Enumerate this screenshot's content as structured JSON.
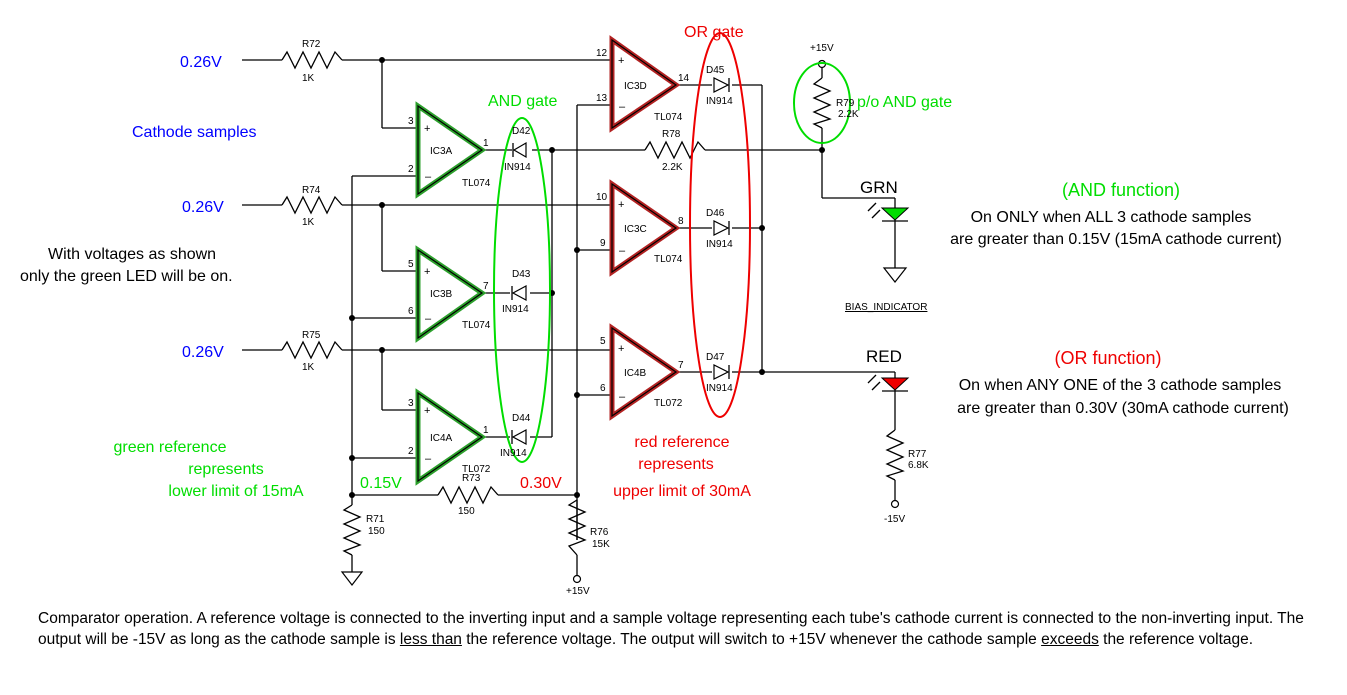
{
  "inputs": {
    "v1": "0.26V",
    "v2": "0.26V",
    "v3": "0.26V",
    "cathode_label": "Cathode samples"
  },
  "note": {
    "line1": "With voltages as shown",
    "line2": "only the green LED will be on."
  },
  "gates": {
    "and_label": "AND gate",
    "or_label": "OR gate",
    "pao_label": "p/o AND gate"
  },
  "reference": {
    "green_v": "0.15V",
    "red_v": "0.30V",
    "green_l1": "green reference",
    "green_l2": "represents",
    "green_l3": "lower limit of 15mA",
    "red_l1": "red reference",
    "red_l2": "represents",
    "red_l3": "upper limit of 30mA"
  },
  "functions": {
    "and_title": "(AND function)",
    "and_l1": "On ONLY when ALL 3 cathode samples",
    "and_l2": "are greater than 0.15V (15mA cathode current)",
    "or_title": "(OR function)",
    "or_l1": "On when ANY ONE of the 3 cathode samples",
    "or_l2": "are greater than 0.30V  (30mA cathode current)"
  },
  "leds": {
    "green": "GRN",
    "red": "RED",
    "bias": "BIAS_INDICATOR"
  },
  "components": {
    "r72": "R72",
    "r72v": "1K",
    "r74": "R74",
    "r74v": "1K",
    "r75": "R75",
    "r75v": "1K",
    "r73": "R73",
    "r73v": "150",
    "r71": "R71",
    "r71v": "150",
    "r76": "R76",
    "r76v": "15K",
    "r77": "R77",
    "r77v": "6.8K",
    "r78": "R78",
    "r78v": "2.2K",
    "r79": "R79",
    "r79v": "2.2K",
    "d42": "D42",
    "d43": "D43",
    "d44": "D44",
    "d45": "D45",
    "d46": "D46",
    "d47": "D47",
    "dtype": "IN914",
    "ic3a": "IC3A",
    "ic3b": "IC3B",
    "ic4a": "IC4A",
    "ic3d": "IC3D",
    "ic3c": "IC3C",
    "ic4b": "IC4B",
    "tl074": "TL074",
    "tl072": "TL072",
    "p15": "+15V",
    "m15": "-15V"
  },
  "pins": {
    "ic3a_p": "3",
    "ic3a_n": "2",
    "ic3a_o": "1",
    "ic3b_p": "5",
    "ic3b_n": "6",
    "ic3b_o": "7",
    "ic4a_p": "3",
    "ic4a_n": "2",
    "ic4a_o": "1",
    "ic3d_p": "12",
    "ic3d_n": "13",
    "ic3d_o": "14",
    "ic3c_p": "10",
    "ic3c_n": "9",
    "ic3c_o": "8",
    "ic4b_p": "5",
    "ic4b_n": "6",
    "ic4b_o": "7"
  },
  "colors": {
    "blue": "#0000ff",
    "green": "#00dd00",
    "red": "#ee0000"
  },
  "caption": {
    "p1": "Comparator operation. A reference voltage is connected to the inverting input and a sample voltage representing each tube's cathode current is connected to the non-inverting input. The output will be -15V as long as the cathode sample is ",
    "u1": "less than",
    "p2": " the reference voltage. The output will switch to +15V whenever the cathode sample ",
    "u2": "exceeds",
    "p3": " the reference voltage."
  }
}
